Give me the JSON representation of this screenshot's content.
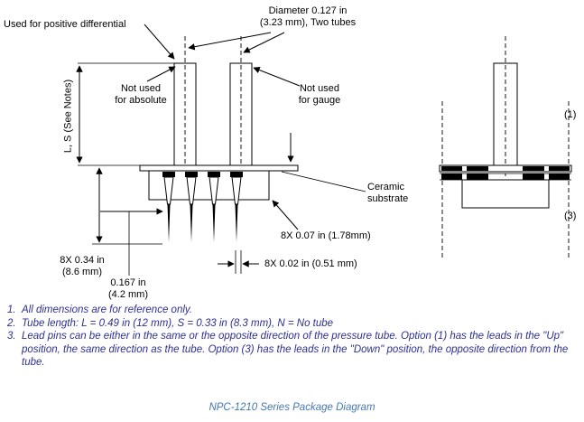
{
  "colors": {
    "line": "#000000",
    "note_text": "#2d2f92",
    "caption_text": "#4576b5",
    "background": "#ffffff"
  },
  "diagram": {
    "labels": {
      "positive_differential": "Used for positive differential",
      "diameter_l1": "Diameter 0.127 in",
      "diameter_l2": "(3.23 mm), Two tubes",
      "not_used_absolute_l1": "Not used",
      "not_used_absolute_l2": "for absolute",
      "not_used_gauge_l1": "Not used",
      "not_used_gauge_l2": "for gauge",
      "tube_length_axis": "L, S (See Notes)",
      "ceramic_l1": "Ceramic",
      "ceramic_l2": "substrate",
      "dim_pin_length_l1": "8X 0.34 in",
      "dim_pin_length_l2": "(8.6 mm)",
      "dim_pin_offset_l1": "0.167 in",
      "dim_pin_offset_l2": "(4.2 mm)",
      "dim_pin_base": "8X 0.07 in (1.78mm)",
      "dim_pin_width": "8X 0.02 in (0.51 mm)",
      "option_up": "(1)",
      "option_down": "(3)"
    }
  },
  "notes": [
    {
      "num": "1.",
      "text": "All dimensions are for reference only."
    },
    {
      "num": "2.",
      "text": "Tube length: L = 0.49 in (12 mm), S = 0.33 in (8.3 mm), N = No tube"
    },
    {
      "num": "3.",
      "text": "Lead pins can be either in the same or the opposite direction of the pressure  tube. Option (1) has the leads in the \"Up\" position, the same direction as the tube. Option (3) has the leads in the \"Down\" position, the opposite direction from the tube."
    }
  ],
  "caption": "NPC-1210 Series Package Diagram"
}
